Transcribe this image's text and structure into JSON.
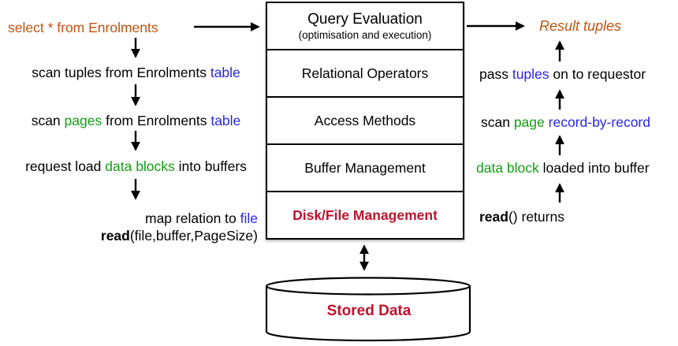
{
  "colors": {
    "orange": "#c1530f",
    "blue": "#2626e8",
    "green": "#12a012",
    "red": "#c1122d",
    "line": "#000000"
  },
  "stack": {
    "layers": [
      {
        "title": "Query Evaluation",
        "subtitle": "(optimisation and execution)"
      },
      {
        "title": "Relational Operators"
      },
      {
        "title": "Access Methods"
      },
      {
        "title": "Buffer Management"
      },
      {
        "title": "Disk/File Management"
      }
    ]
  },
  "storage": {
    "label": "Stored Data"
  },
  "left_annotations": [
    {
      "name": "sql-query",
      "segments": [
        {
          "text": "select * from Enrolments",
          "color": "orange"
        }
      ]
    },
    {
      "name": "scan-tuples",
      "segments": [
        {
          "text": "scan tuples from Enrolments "
        },
        {
          "text": "table",
          "color": "blue"
        }
      ]
    },
    {
      "name": "scan-pages",
      "segments": [
        {
          "text": "scan "
        },
        {
          "text": "pages",
          "color": "green"
        },
        {
          "text": " from Enrolments "
        },
        {
          "text": "table",
          "color": "blue"
        }
      ]
    },
    {
      "name": "request-load",
      "segments": [
        {
          "text": "request load "
        },
        {
          "text": "data blocks",
          "color": "green"
        },
        {
          "text": " into buffers"
        }
      ]
    },
    {
      "name": "map-relation",
      "segments": [
        {
          "text": "map relation to "
        },
        {
          "text": "file",
          "color": "blue"
        }
      ]
    },
    {
      "name": "read-call",
      "segments": [
        {
          "text": "read",
          "bold": true
        },
        {
          "text": "(file,buffer,PageSize)"
        }
      ]
    }
  ],
  "right_annotations": [
    {
      "name": "result-tuples",
      "segments": [
        {
          "text": "Result tuples",
          "color": "orange",
          "italic": true
        }
      ]
    },
    {
      "name": "pass-tuples",
      "segments": [
        {
          "text": "pass "
        },
        {
          "text": "tuples",
          "color": "blue"
        },
        {
          "text": " on to requestor"
        }
      ]
    },
    {
      "name": "scan-page",
      "segments": [
        {
          "text": "scan "
        },
        {
          "text": "page",
          "color": "green"
        },
        {
          "text": " "
        },
        {
          "text": "record-by-record",
          "color": "blue"
        }
      ]
    },
    {
      "name": "data-block",
      "segments": [
        {
          "text": "data block",
          "color": "green"
        },
        {
          "text": " loaded into buffer"
        }
      ]
    },
    {
      "name": "read-returns",
      "segments": [
        {
          "text": "read",
          "bold": true
        },
        {
          "text": "() returns"
        }
      ]
    }
  ]
}
